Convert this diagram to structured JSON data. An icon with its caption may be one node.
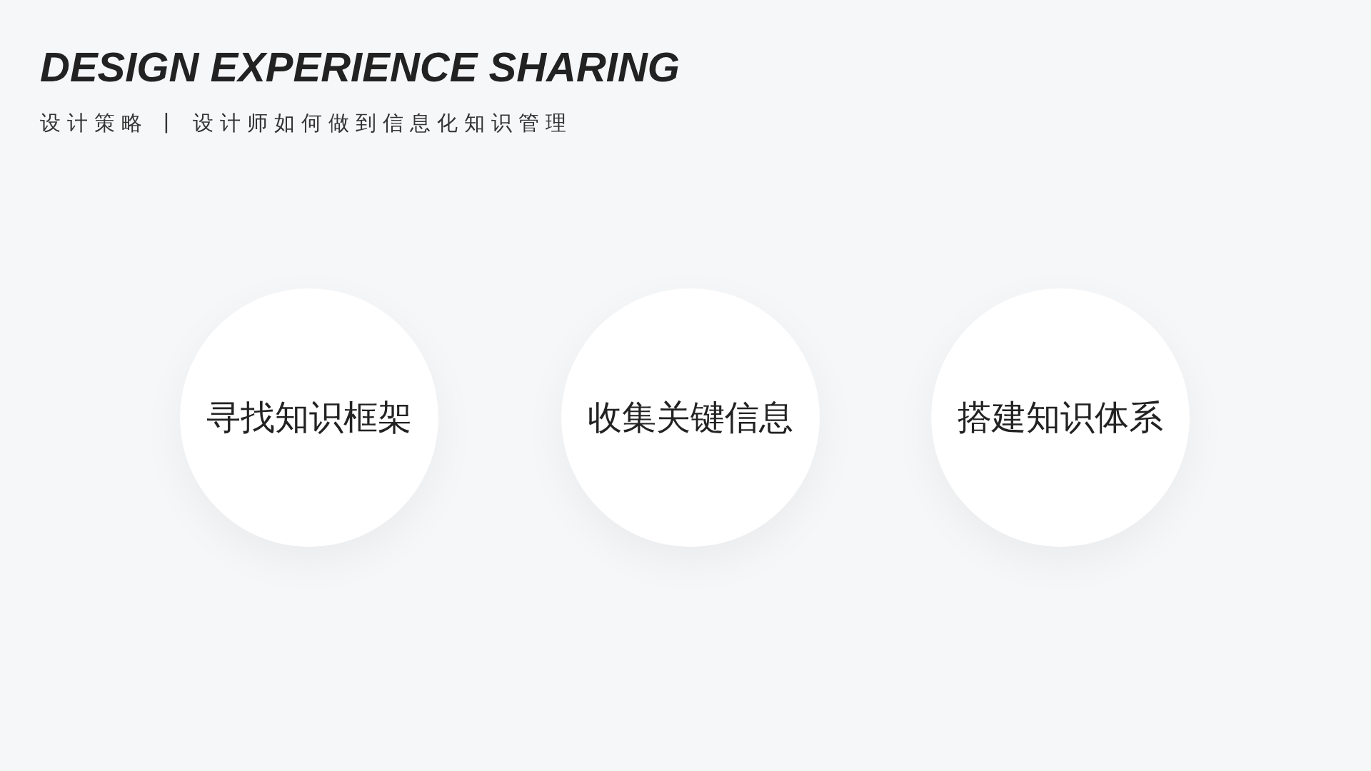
{
  "diagram": {
    "title": "DESIGN EXPERIENCE SHARING",
    "nodes": [
      {
        "text": [
          "寻找知识框架"
        ]
      },
      {
        "text": [
          "收集关键信息"
        ]
      },
      {
        "text": [
          "搭建知识体系"
        ]
      }
    ],
    "labels": [
      "设计策略",
      "|",
      "设计师如何做到信息化知识管理"
    ]
  }
}
